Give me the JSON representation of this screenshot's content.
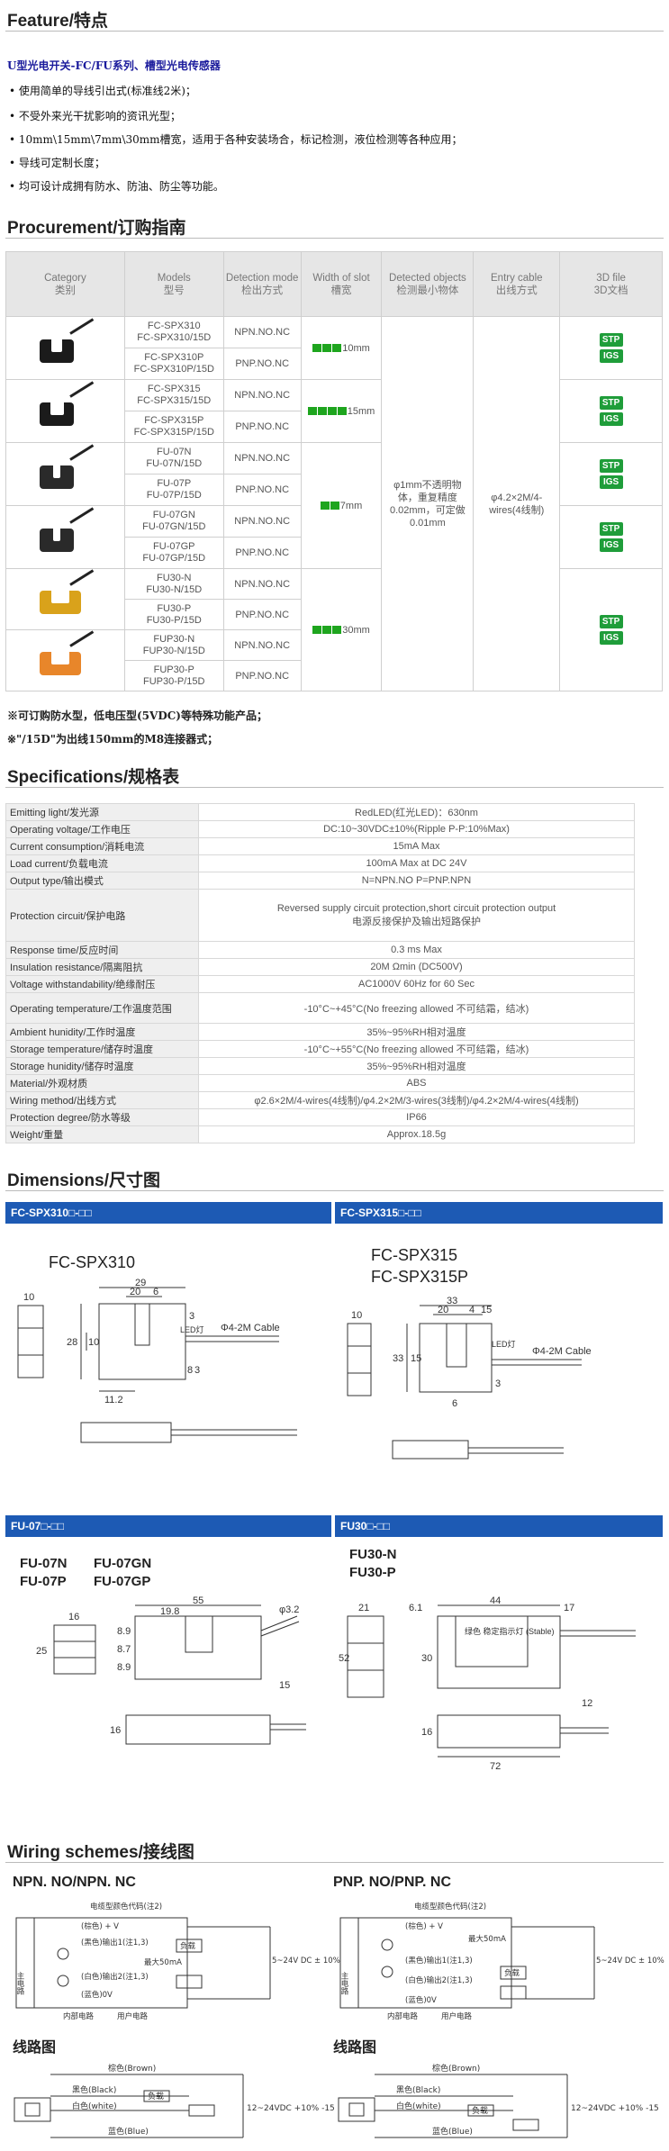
{
  "feature": {
    "title": "Feature/特点",
    "subtitle": "U型光电开关-FC/FU系列、槽型光电传感器",
    "items": [
      "使用简单的导线引出式(标准线2米)；",
      "不受外来光干扰影响的资讯光型；",
      "10mm\\15mm\\7mm\\30mm槽宽，适用于各种安装场合，标记检测，液位检测等各种应用；",
      "导线可定制长度；",
      "均可设计成拥有防水、防油、防尘等功能。"
    ]
  },
  "procurement": {
    "title": "Procurement/订购指南",
    "headers": [
      {
        "en": "Category",
        "cn": "类别"
      },
      {
        "en": "Models",
        "cn": "型号"
      },
      {
        "en": "Detection mode",
        "cn": "检出方式"
      },
      {
        "en": "Width of slot",
        "cn": "槽宽"
      },
      {
        "en": "Detected objects",
        "cn": "检测最小物体"
      },
      {
        "en": "Entry cable",
        "cn": "出线方式"
      },
      {
        "en": "3D file",
        "cn": "3D文档"
      }
    ],
    "rows": [
      {
        "model": "FC-SPX310\nFC-SPX310/15D",
        "mode": "NPN.NO.NC"
      },
      {
        "model": "FC-SPX310P\nFC-SPX310P/15D",
        "mode": "PNP.NO.NC"
      },
      {
        "model": "FC-SPX315\nFC-SPX315/15D",
        "mode": "NPN.NO.NC"
      },
      {
        "model": "FC-SPX315P\nFC-SPX315P/15D",
        "mode": "PNP.NO.NC"
      },
      {
        "model": "FU-07N\nFU-07N/15D",
        "mode": "NPN.NO.NC"
      },
      {
        "model": "FU-07P\nFU-07P/15D",
        "mode": "PNP.NO.NC"
      },
      {
        "model": "FU-07GN\nFU-07GN/15D",
        "mode": "NPN.NO.NC"
      },
      {
        "model": "FU-07GP\nFU-07GP/15D",
        "mode": "PNP.NO.NC"
      },
      {
        "model": "FU30-N\nFU30-N/15D",
        "mode": "NPN.NO.NC"
      },
      {
        "model": "FU30-P\nFU30-P/15D",
        "mode": "PNP.NO.NC"
      },
      {
        "model": "FUP30-N\nFUP30-N/15D",
        "mode": "NPN.NO.NC"
      },
      {
        "model": "FUP30-P\nFUP30-P/15D",
        "mode": "PNP.NO.NC"
      }
    ],
    "slots": [
      "10mm",
      "15mm",
      "7mm",
      "30mm"
    ],
    "detected_objects": "φ1mm不透明物体，重复精度0.02mm，可定做0.01mm",
    "entry_cable": "φ4.2×2M/4-wires(4线制)",
    "badge_stp": "STP",
    "badge_igs": "IGS",
    "note1": "※可订购防水型，低电压型(5VDC)等特殊功能产品；",
    "note2": "※\"/15D\"为出线150mm的M8连接器式；",
    "colors": {
      "spx": "#1b1b1b",
      "fu07": "#2a2a2a",
      "fu30": "#d9a21b",
      "fup30": "#e8862a"
    }
  },
  "specifications": {
    "title": "Specifications/规格表",
    "rows": [
      {
        "k": "Emitting light/发光源",
        "v": "RedLED(红光LED)：630nm"
      },
      {
        "k": "Operating voltage/工作电压",
        "v": "DC:10~30VDC±10%(Ripple P-P:10%Max)"
      },
      {
        "k": "Current consumption/消耗电流",
        "v": "15mA Max"
      },
      {
        "k": "Load current/负载电流",
        "v": "100mA Max at DC 24V"
      },
      {
        "k": "Output type/输出模式",
        "v": "N=NPN.NO P=PNP.NPN"
      },
      {
        "k": "Protection circuit/保护电路",
        "v": "Reversed supply circuit protection,short circuit protection output\n电源反接保护及输出短路保护"
      },
      {
        "k": "Response time/反应时间",
        "v": "0.3 ms Max"
      },
      {
        "k": "Insulation resistance/隔离阻抗",
        "v": "20M Ωmin (DC500V)"
      },
      {
        "k": "Voltage withstandability/绝缘耐压",
        "v": "AC1000V 60Hz for 60 Sec"
      },
      {
        "k": "Operating temperature/工作温度范围",
        "v": "-10°C~+45°C(No freezing allowed 不可结霜，结冰)"
      },
      {
        "k": "Ambient hunidity/工作时温度",
        "v": "35%~95%RH相对温度"
      },
      {
        "k": "Storage temperature/储存时温度",
        "v": "-10°C~+55°C(No freezing allowed 不可结霜，结冰)"
      },
      {
        "k": "Storage hunidity/储存时温度",
        "v": "35%~95%RH相对温度"
      },
      {
        "k": "Material/外观材质",
        "v": "ABS"
      },
      {
        "k": "Wiring method/出线方式",
        "v": "φ2.6×2M/4-wires(4线制)/φ4.2×2M/3-wires(3线制)/φ4.2×2M/4-wires(4线制)"
      },
      {
        "k": "Protection degree/防水等级",
        "v": "IP66"
      },
      {
        "k": "Weight/重量",
        "v": "Approx.18.5g"
      }
    ]
  },
  "dimensions": {
    "title": "Dimensions/尺寸图",
    "panels": [
      {
        "head": "FC-SPX310□-□□",
        "labels": [
          "FC-SPX310"
        ],
        "cable": "Φ4-2M Cable",
        "led": "LED灯"
      },
      {
        "head": "FC-SPX315□-□□",
        "labels": [
          "FC-SPX315",
          "FC-SPX315P"
        ],
        "cable": "Φ4-2M Cable",
        "led": "LED灯"
      },
      {
        "head": "FU-07□-□□",
        "labels": [
          "FU-07N",
          "FU-07P",
          "FU-07GN",
          "FU-07GP"
        ],
        "cable": "φ3.2",
        "led": ""
      },
      {
        "head": "FU30□-□□",
        "labels": [
          "FU30-N",
          "FU30-P"
        ],
        "cable": "",
        "led": "绿色 稳定指示灯 (Stable)"
      }
    ],
    "nums": {
      "p1": [
        "10",
        "29",
        "20",
        "6",
        "3",
        "28",
        "10",
        "11.2",
        "8",
        "3"
      ],
      "p2": [
        "33",
        "20",
        "4",
        "15",
        "10",
        "33",
        "15",
        "6",
        "3"
      ],
      "p3": [
        "16",
        "55",
        "19.8",
        "8.9",
        "8.7",
        "8.9",
        "25",
        "16",
        "15"
      ],
      "p4": [
        "21",
        "44",
        "17",
        "6.1",
        "52",
        "30",
        "72",
        "16",
        "12"
      ]
    }
  },
  "wiring": {
    "title": "Wiring schemes/接线图",
    "npn_title": "NPN. NO/NPN. NC",
    "pnp_title": "PNP. NO/PNP. NC",
    "line_title": "线路图",
    "npn_labels": [
      "电缆型颜色代码(注2)",
      "(棕色) + V",
      "(黑色)输出1(注1,3)",
      "(白色)输出2(注1,3)",
      "(蓝色)0V",
      "最大50mA",
      "负载",
      "5~24V DC ± 10%",
      "主电路",
      "内部电路",
      "用户电路"
    ],
    "pnp_labels": [
      "电缆型颜色代码(注2)",
      "(棕色) + V",
      "(黑色)输出1(注1,3)",
      "(白色)输出2(注1,3)",
      "(蓝色)0V",
      "最大50mA",
      "负载",
      "5~24V DC ± 10%",
      "主电路",
      "内部电路",
      "用户电路"
    ],
    "line_labels": [
      "棕色(Brown)",
      "黑色(Black)",
      "白色(white)",
      "蓝色(Blue)",
      "负载",
      "12~24VDC +10% -15"
    ]
  }
}
